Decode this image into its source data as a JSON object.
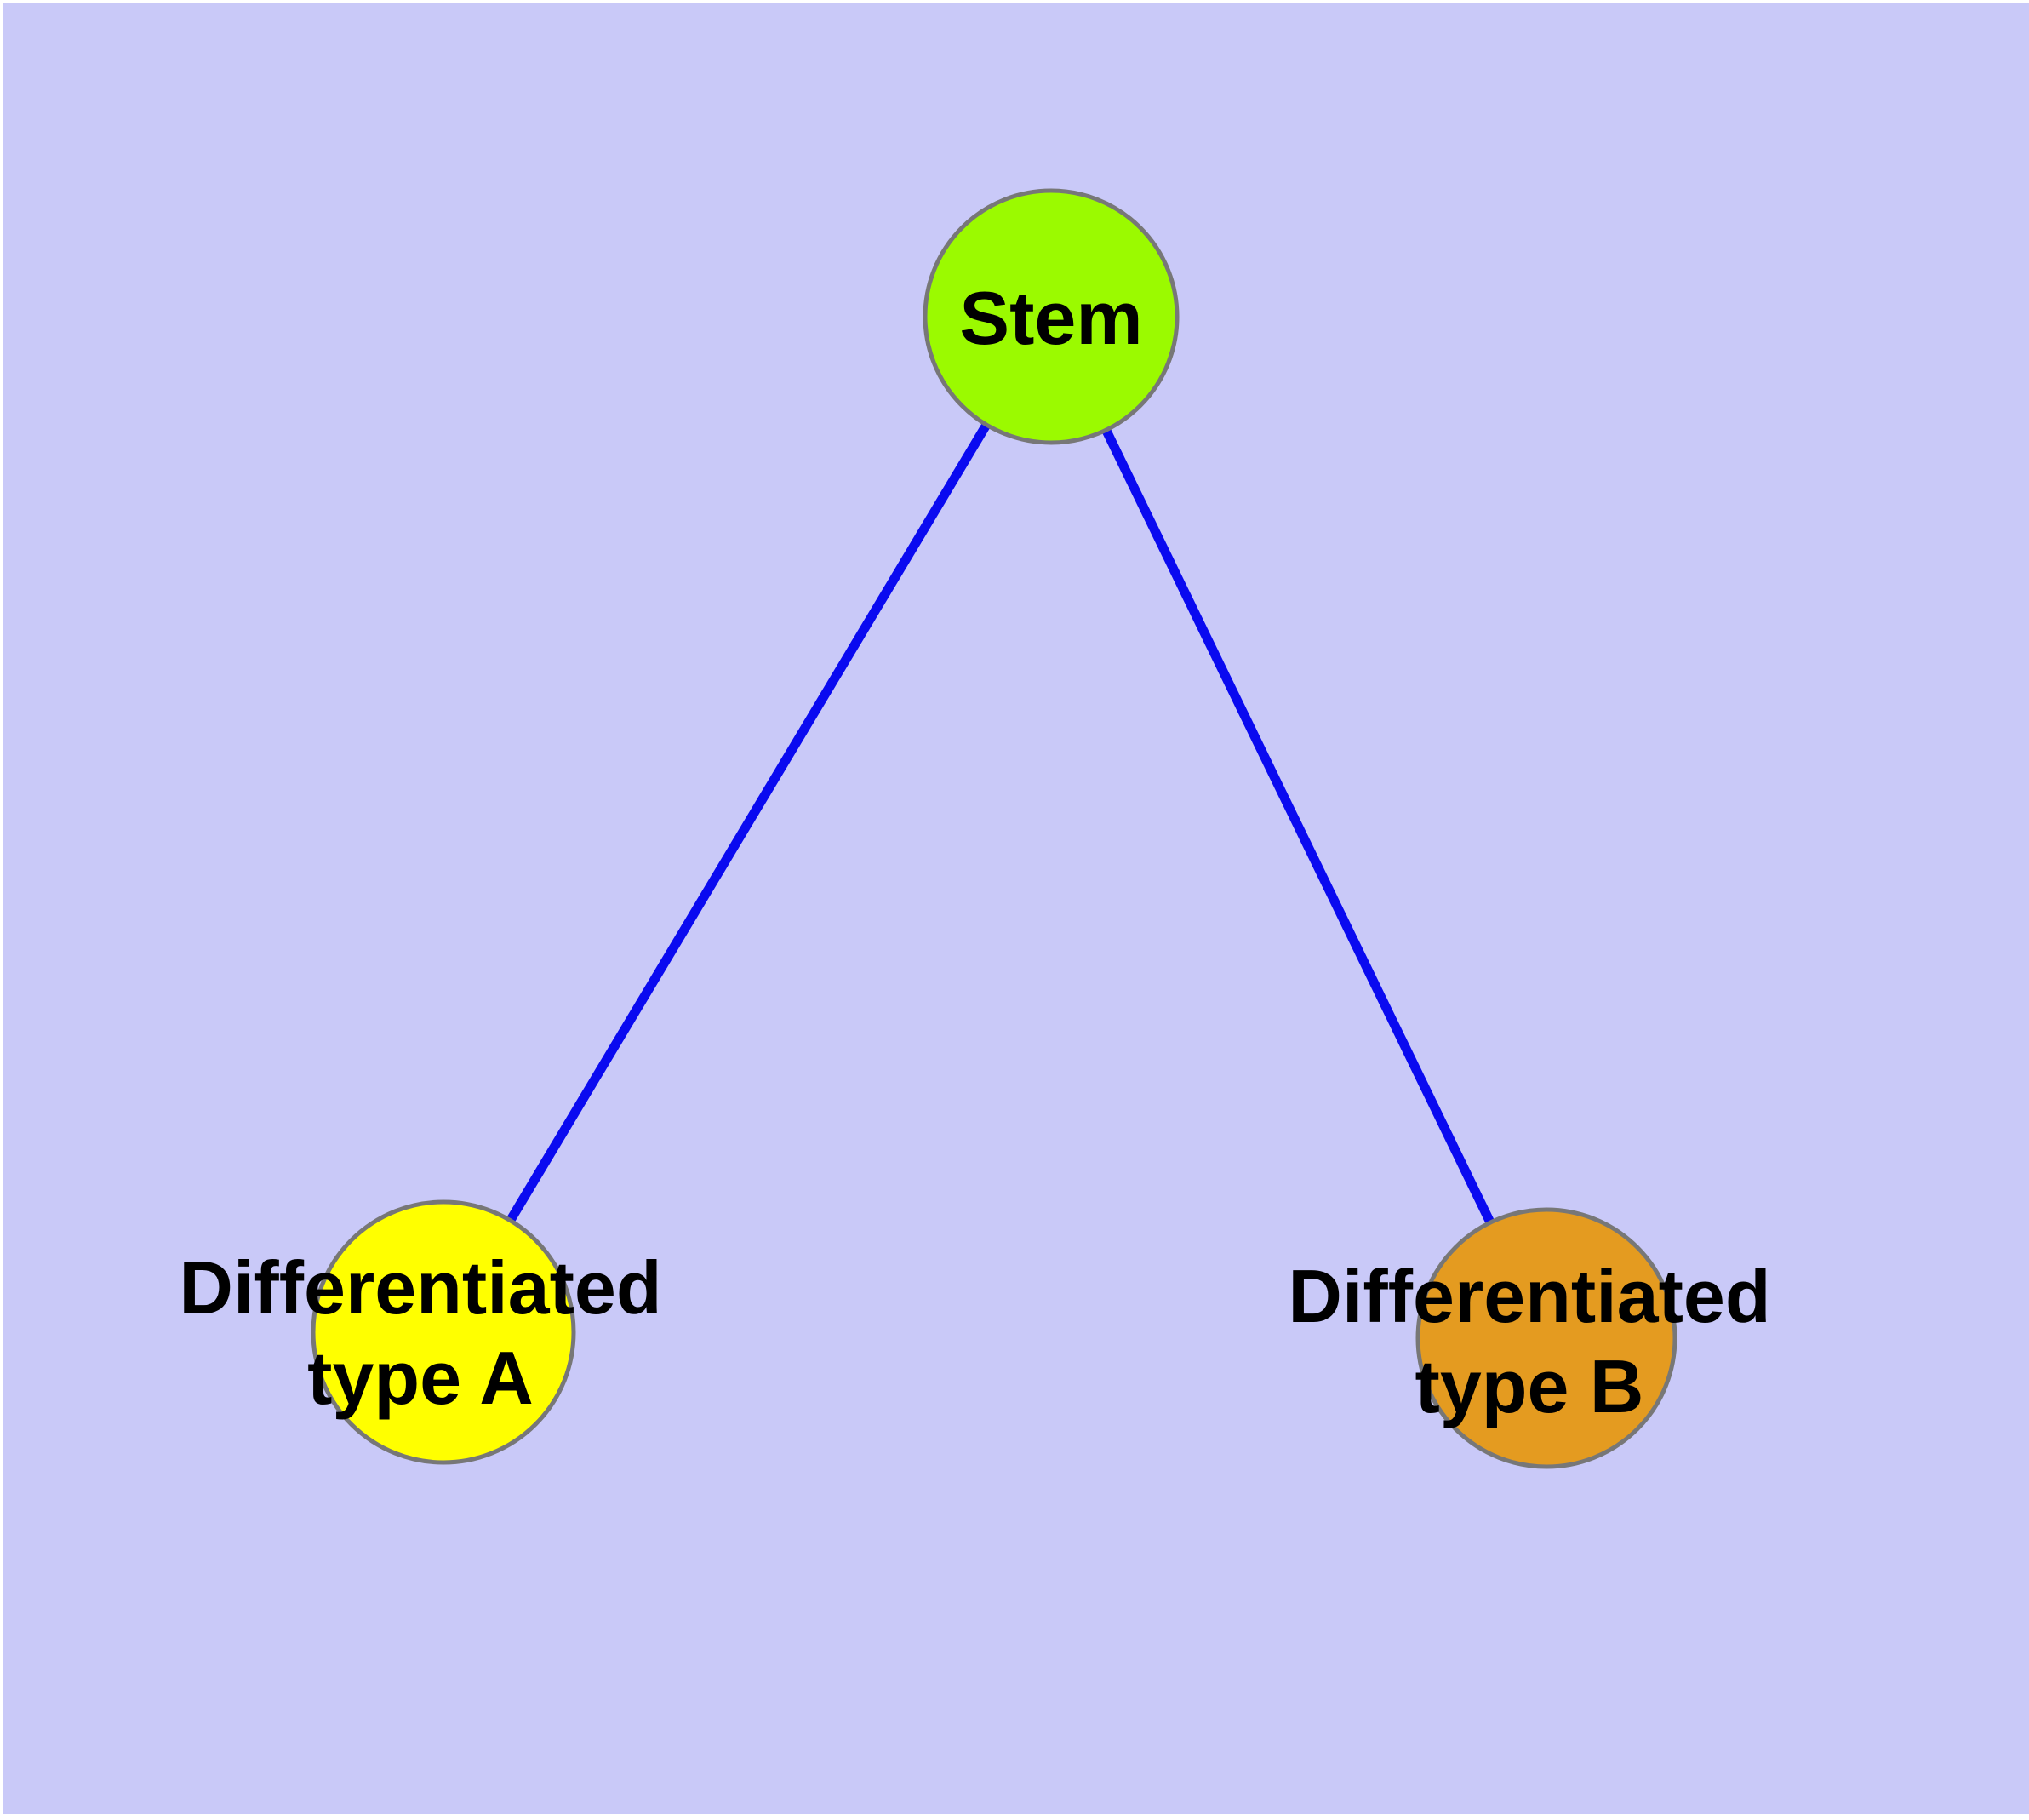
{
  "figure": {
    "background_color": "#C9C9F8",
    "margin_color": "#FFFFFF",
    "edge_color": "#0A0AF0",
    "node_border_color": "#777777",
    "label_color": "#000000",
    "nodes": {
      "stem": {
        "label": "Stem",
        "fill": "#9BFA00"
      },
      "type_a": {
        "label_line1": "Differentiated",
        "label_line2": "type A",
        "fill": "#FFFF00"
      },
      "type_b": {
        "label_line1": "Differentiated",
        "label_line2": "type B",
        "fill": "#E49B20"
      }
    },
    "edges": [
      {
        "from": "Stem",
        "to": "Differentiated type A"
      },
      {
        "from": "Stem",
        "to": "Differentiated type B"
      }
    ]
  }
}
